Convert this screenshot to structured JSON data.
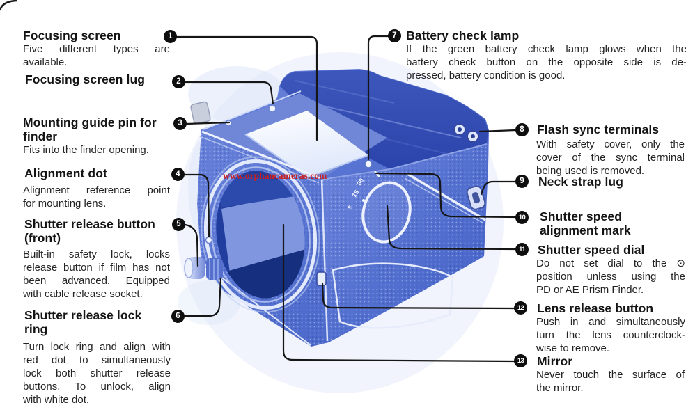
{
  "watermark": {
    "text": "www.orphancameras.com",
    "color": "#cc1f1f"
  },
  "figure": {
    "dial_numbers": [
      "30",
      "15",
      "8"
    ],
    "colors": {
      "camera_blue": "#5b77d4",
      "camera_dark_blue": "#314cb4",
      "screen_white": "#f5f8ff",
      "callout_line_black": "#161616",
      "watermark_red": "#cc1f1f"
    }
  },
  "items": [
    {
      "num": "1",
      "title_lines": [
        "Focusing screen"
      ],
      "body_lines": [
        "Five different types are",
        "available."
      ]
    },
    {
      "num": "2",
      "title_lines": [
        "Focusing screen lug"
      ],
      "body_lines": []
    },
    {
      "num": "3",
      "title_lines": [
        "Mounting guide pin for",
        "finder"
      ],
      "body_lines": [
        "Fits into the finder opening."
      ]
    },
    {
      "num": "4",
      "title_lines": [
        "Alignment dot"
      ],
      "body_lines": [
        "Alignment reference point",
        "for mounting lens."
      ]
    },
    {
      "num": "5",
      "title_lines": [
        "Shutter release button",
        "(front)"
      ],
      "body_lines": [
        "Built-in safety lock, locks",
        "release button if film has not",
        "been advanced. Equipped",
        "with cable release socket."
      ]
    },
    {
      "num": "6",
      "title_lines": [
        "Shutter release lock",
        "ring"
      ],
      "body_lines": [
        "Turn lock ring and align with",
        "red dot to simultaneously",
        "lock both shutter release",
        "buttons. To unlock, align",
        "with white dot."
      ]
    },
    {
      "num": "7",
      "title_lines": [
        "Battery check lamp"
      ],
      "body_lines": [
        "If the green battery check lamp glows when the",
        "battery check button on the opposite side is de-",
        "pressed, battery condition is good."
      ]
    },
    {
      "num": "8",
      "title_lines": [
        "Flash sync terminals"
      ],
      "body_lines": [
        "With safety cover, only the",
        "cover of the sync terminal",
        "being used is removed."
      ]
    },
    {
      "num": "9",
      "title_lines": [
        "Neck strap lug"
      ],
      "body_lines": []
    },
    {
      "num": "10",
      "title_lines": [
        "Shutter speed",
        "alignment mark"
      ],
      "body_lines": []
    },
    {
      "num": "11",
      "title_lines": [
        "Shutter speed dial"
      ],
      "body_lines": [
        "Do not set dial to the ⊙",
        "position unless using the",
        "PD or AE Prism Finder."
      ]
    },
    {
      "num": "12",
      "title_lines": [
        "Lens release button"
      ],
      "body_lines": [
        "Push in and simultaneously",
        "turn the lens counterclock-",
        "wise to remove."
      ]
    },
    {
      "num": "13",
      "title_lines": [
        "Mirror"
      ],
      "body_lines": [
        "Never touch the surface of",
        "the mirror."
      ]
    }
  ]
}
